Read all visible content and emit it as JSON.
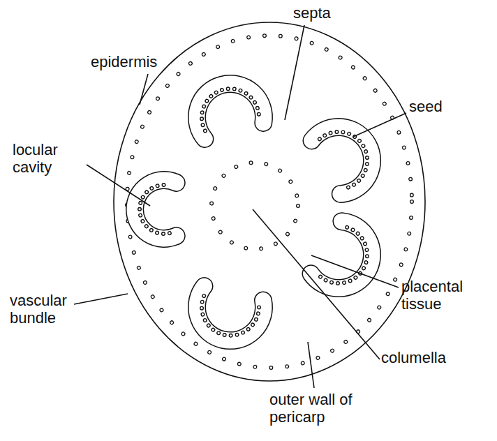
{
  "diagram": {
    "labels": [
      "septa",
      "epidermis",
      "seed",
      "locular cavity",
      "placental tissue",
      "vascular bundle",
      "columella",
      "outer wall of pericarp"
    ]
  }
}
